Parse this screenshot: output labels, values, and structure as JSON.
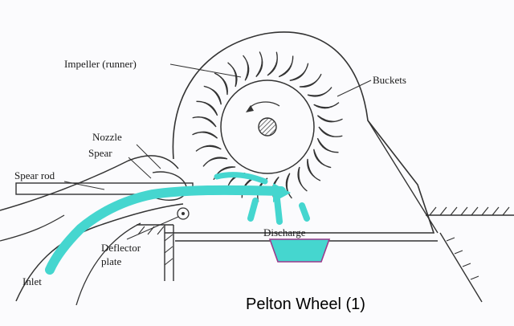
{
  "diagram": {
    "title": "Pelton Wheel (1)",
    "labels": {
      "impeller": "Impeller (runner)",
      "buckets": "Buckets",
      "nozzle": "Nozzle",
      "spear": "Spear",
      "spear_rod": "Spear rod",
      "deflector_line1": "Deflector",
      "deflector_line2": "plate",
      "inlet": "Inlet",
      "discharge": "Discharge"
    },
    "bucket_count": 28,
    "colors": {
      "line": "#333333",
      "jet": "#45d6cf",
      "discharge_outline": "#9b3a8c",
      "background": "#fbfbfd"
    }
  }
}
